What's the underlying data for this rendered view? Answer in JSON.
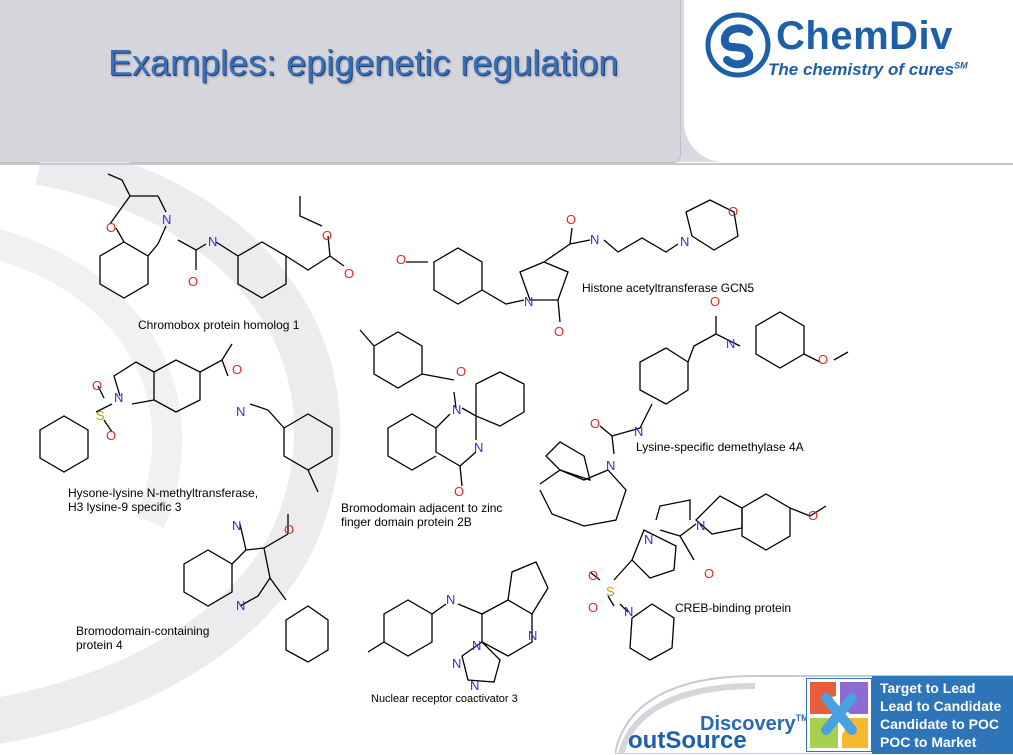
{
  "slide": {
    "title": "Examples: epigenetic regulation"
  },
  "logo": {
    "name": "ChemDiv",
    "tagline": "The chemistry of cures",
    "tagline_mark": "SM"
  },
  "molecules": [
    {
      "label": "Chromobox protein homolog 1"
    },
    {
      "label": "Histone acetyltransferase GCN5"
    },
    {
      "label_line1": "Hysone-lysine N-methyltransferase,",
      "label_line2": "H3 lysine-9 specific 3"
    },
    {
      "label_line1": "Bromodomain adjacent to zinc",
      "label_line2": "finger domain protein 2B"
    },
    {
      "label": "Lysine-specific demethylase 4A"
    },
    {
      "label_line1": "Bromodomain-containing",
      "label_line2": "protein 4"
    },
    {
      "label": "CREB-binding protein"
    },
    {
      "label": "Nuclear receptor coactivator 3"
    }
  ],
  "footer": {
    "brand_word1": "Discovery",
    "brand_mark": "TM",
    "brand_word2": "outSource",
    "stages": [
      "Target to Lead",
      "Lead to Candidate",
      "Candidate to POC",
      "POC to Market"
    ]
  },
  "colors": {
    "title": "#3b6fb6",
    "brand": "#1d5fa8",
    "oxygen": "#e8262a",
    "nitrogen": "#2b33d6",
    "sulfur": "#c8a000"
  }
}
